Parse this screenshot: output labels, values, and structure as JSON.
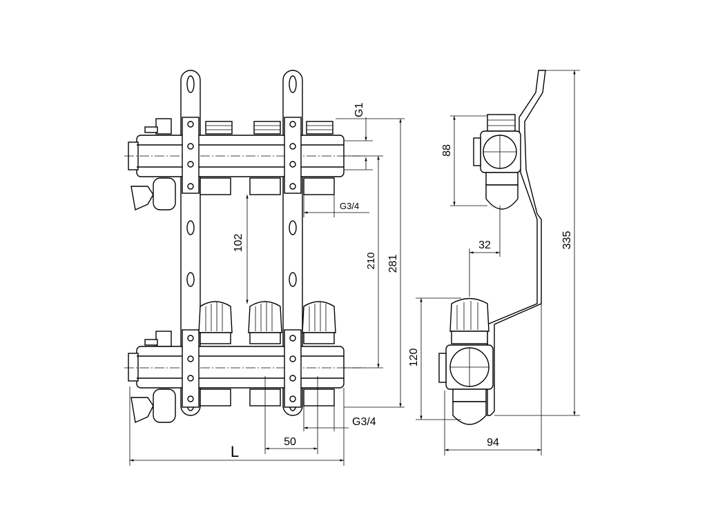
{
  "drawing": {
    "dimensions": {
      "length": "L",
      "spacing": "50",
      "outlet_thread_bottom": "G3/4",
      "outlet_thread_top": "G3/4",
      "inlet_thread": "G1",
      "valve_offset": "102",
      "axis_distance": "210",
      "total_height": "281",
      "top_bar_height": "88",
      "depth_offset": "32",
      "bottom_bar_height": "120",
      "bracket_height": "335",
      "total_depth": "94"
    }
  }
}
